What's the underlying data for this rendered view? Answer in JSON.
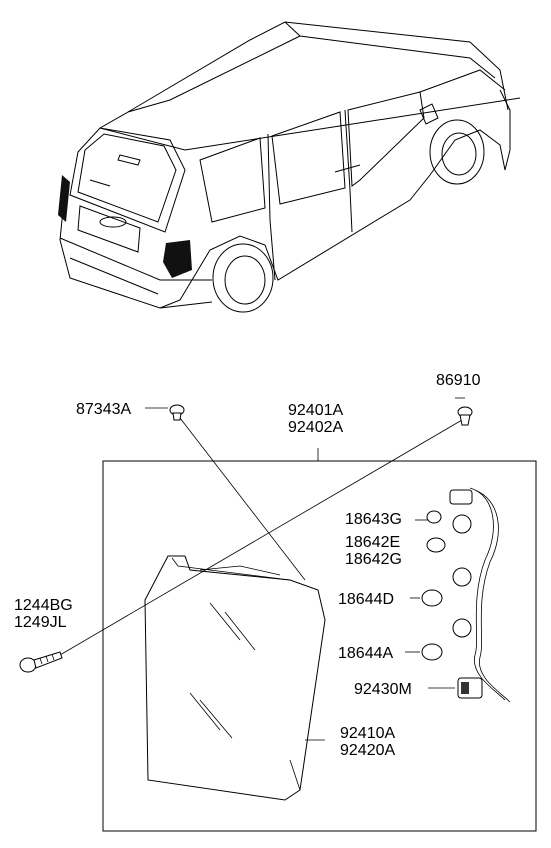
{
  "diagram": {
    "labels": {
      "p87343A": "87343A",
      "p86910": "86910",
      "p92401A": "92401A",
      "p92402A": "92402A",
      "p18643G": "18643G",
      "p18642E": "18642E",
      "p18642G": "18642G",
      "p18644D": "18644D",
      "p18644A": "18644A",
      "p92430M": "92430M",
      "p1244BG": "1244BG",
      "p1249JL": "1249JL",
      "p92410A": "92410A",
      "p92420A": "92420A"
    },
    "icons": {
      "vehicle": "minivan-rear-view-icon",
      "screw": "screw-icon",
      "rivet": "rivet-icon",
      "clip": "clip-icon",
      "bulb": "bulb-icon",
      "socket": "bulb-socket-icon",
      "connector": "connector-icon"
    }
  }
}
